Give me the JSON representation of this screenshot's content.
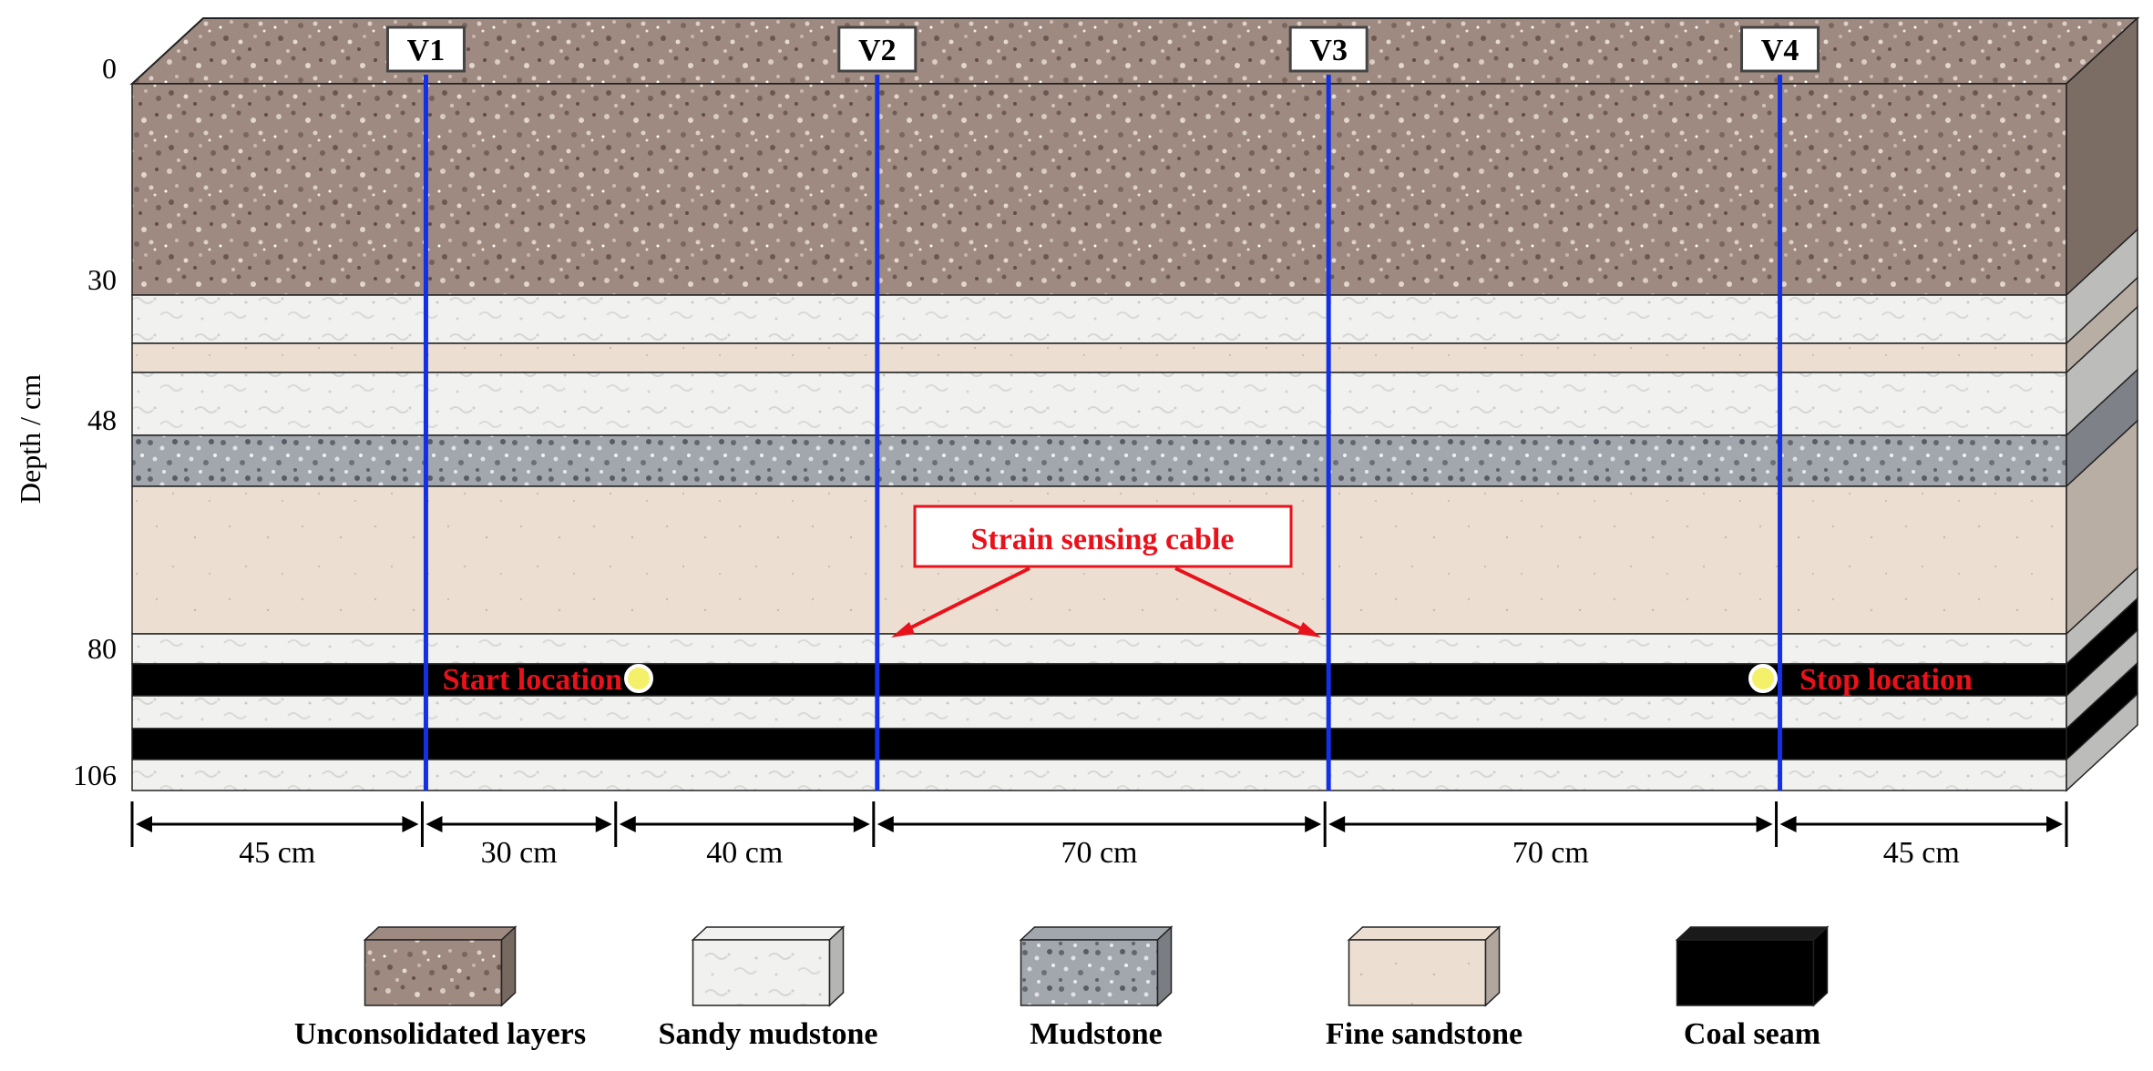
{
  "axis": {
    "ylabel": "Depth / cm",
    "ticks": [
      {
        "label": "0",
        "depth": 0
      },
      {
        "label": "30",
        "depth": 30
      },
      {
        "label": "48",
        "depth": 48
      },
      {
        "label": "80",
        "depth": 80
      },
      {
        "label": "106",
        "depth": 106
      }
    ]
  },
  "wells": [
    {
      "label": "V1"
    },
    {
      "label": "V2"
    },
    {
      "label": "V3"
    },
    {
      "label": "V4"
    }
  ],
  "segments": [
    {
      "label": "45 cm",
      "length_cm": 45
    },
    {
      "label": "30 cm",
      "length_cm": 30
    },
    {
      "label": "40 cm",
      "length_cm": 40
    },
    {
      "label": "70 cm",
      "length_cm": 70
    },
    {
      "label": "70 cm",
      "length_cm": 70
    },
    {
      "label": "45 cm",
      "length_cm": 45
    }
  ],
  "annotations": {
    "cable_label": "Strain sensing cable",
    "start_label": "Start location",
    "stop_label": "Stop location"
  },
  "materials": [
    {
      "key": "unconsolidated",
      "label": "Unconsolidated layers",
      "color": "#9e8a80"
    },
    {
      "key": "sandy_mudstone",
      "label": "Sandy mudstone",
      "color": "#f1f1ef"
    },
    {
      "key": "mudstone",
      "label": "Mudstone",
      "color": "#a2a6ad"
    },
    {
      "key": "fine_sandstone",
      "label": "Fine sandstone",
      "color": "#ecdfd2"
    },
    {
      "key": "coal",
      "label": "Coal seam",
      "color": "#000000"
    }
  ],
  "colors": {
    "cable": "#1330e6",
    "annotation": "#e8121c",
    "marker": "#f5f06a"
  }
}
